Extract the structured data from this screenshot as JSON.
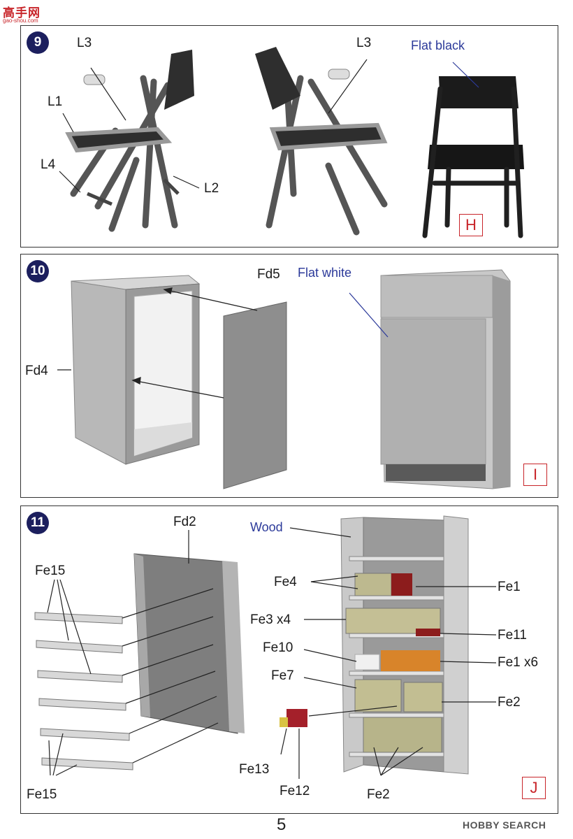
{
  "site_logo": {
    "main": "高手网",
    "sub": "gao-shou.com"
  },
  "steps": [
    {
      "number": "9",
      "labels": {
        "l3_left": "L3",
        "l1": "L1",
        "l4": "L4",
        "l2": "L2",
        "l3_right": "L3"
      },
      "paint": "Flat black",
      "tag": "H"
    },
    {
      "number": "10",
      "labels": {
        "fd5": "Fd5",
        "fd4": "Fd4"
      },
      "paint": "Flat white",
      "tag": "I"
    },
    {
      "number": "11",
      "labels": {
        "fd2": "Fd2",
        "fe15_top": "Fe15",
        "fe15_bottom": "Fe15",
        "fe4": "Fe4",
        "fe1": "Fe1",
        "fe3x4": "Fe3 x4",
        "fe11": "Fe11",
        "fe10": "Fe10",
        "fe1x6": "Fe1 x6",
        "fe7": "Fe7",
        "fe2_right": "Fe2",
        "fe13": "Fe13",
        "fe12": "Fe12",
        "fe2_bottom": "Fe2"
      },
      "paint": "Wood",
      "tag": "J"
    }
  ],
  "page_number": "5",
  "footer_brand": "HOBBY SEARCH",
  "colors": {
    "badge": "#1c1f5e",
    "paint_label": "#2c3a9a",
    "tag_border": "#c8252a"
  }
}
